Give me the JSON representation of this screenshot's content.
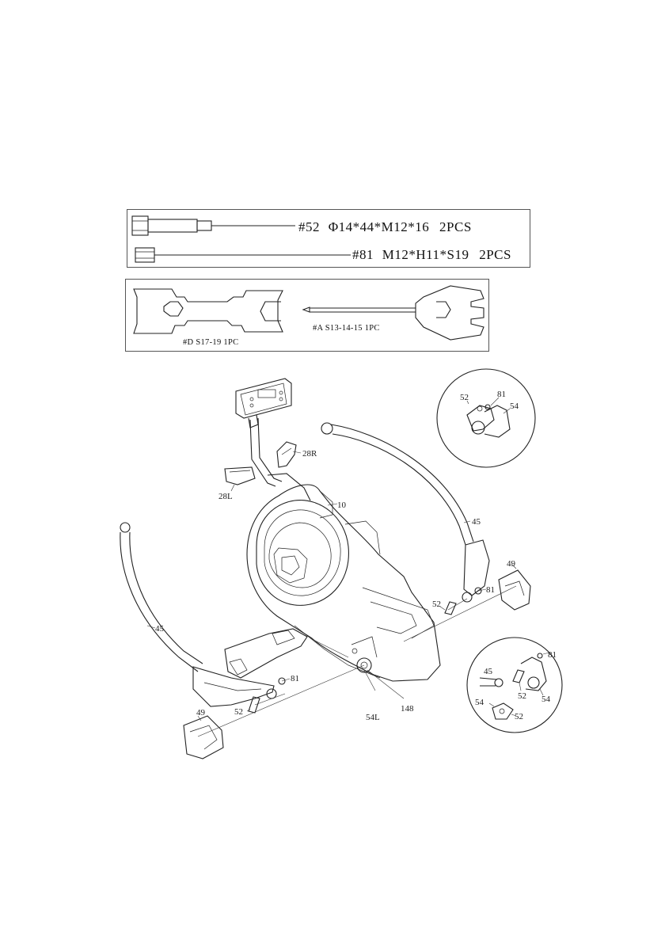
{
  "hardware": {
    "bolt": {
      "code": "#52",
      "spec": "Φ14*44*M12*16",
      "qty": "2PCS"
    },
    "nut": {
      "code": "#81",
      "spec": "M12*H11*S19",
      "qty": "2PCS"
    }
  },
  "tools": {
    "wrench": {
      "label": "#D S17-19 1PC"
    },
    "screwdriver": {
      "label": "#A S13-14-15 1PC"
    }
  },
  "parts": {
    "p10": "10",
    "p28R": "28R",
    "p28L": "28L",
    "p45_left": "45",
    "p45_right": "45",
    "p49_left": "49",
    "p49_right": "49",
    "p52_left": "52",
    "p52_right": "52",
    "p81_left": "81",
    "p81_right": "81",
    "p54L": "54L",
    "p148": "148"
  },
  "detail_top": {
    "a": "52",
    "b": "81",
    "c": "54"
  },
  "detail_bottom": {
    "a": "45",
    "b": "81",
    "c": "52",
    "d": "54",
    "e": "54",
    "f": "52"
  }
}
